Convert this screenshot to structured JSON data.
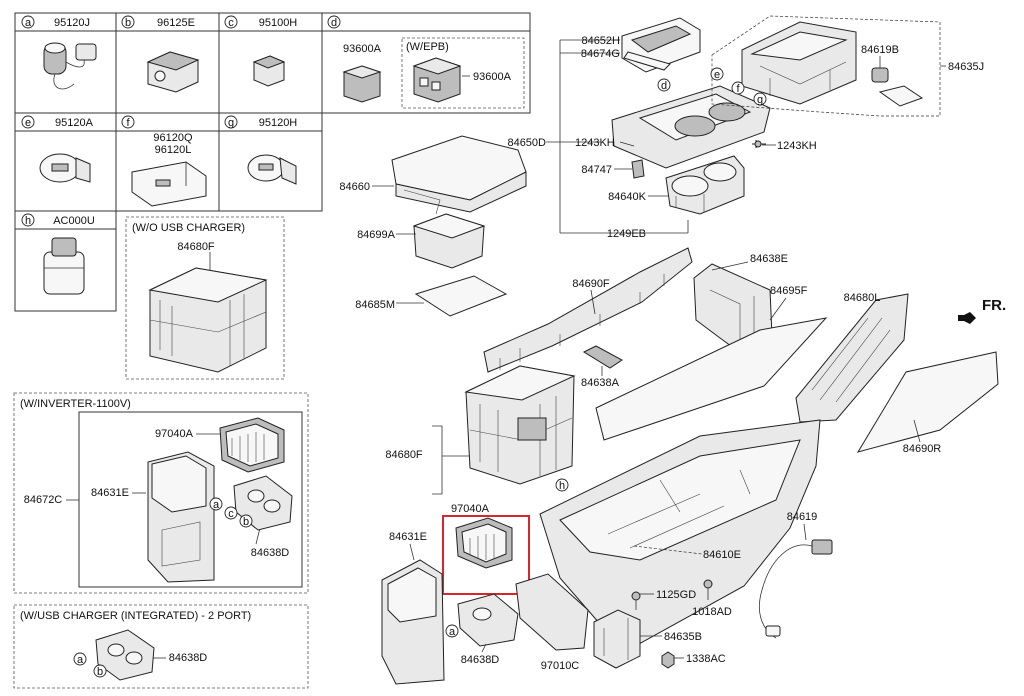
{
  "inset_grid": {
    "cells": [
      {
        "letter": "a",
        "part": "95120J"
      },
      {
        "letter": "b",
        "part": "96125E"
      },
      {
        "letter": "c",
        "part": "95100H"
      },
      {
        "letter": "d",
        "part": ""
      },
      {
        "letter": "e",
        "part": "95120A"
      },
      {
        "letter": "f",
        "part": "96120Q\n96120L"
      },
      {
        "letter": "g",
        "part": "95120H"
      },
      {
        "letter": "h",
        "part": "AC000U"
      }
    ],
    "d_parts": {
      "left": "93600A",
      "epb_title": "(W/EPB)",
      "epb_part": "93600A"
    },
    "f_lines": [
      "96120Q",
      "96120L"
    ]
  },
  "wo_usb": {
    "title": "(W/O USB CHARGER)",
    "part": "84680F"
  },
  "inverter": {
    "title": "(W/INVERTER-1100V)",
    "parts": {
      "vent": "97040A",
      "outer": "84672C",
      "panel": "84631E",
      "cover": "84638D"
    },
    "circles": [
      "a",
      "c",
      "b"
    ]
  },
  "usb_integrated": {
    "title": "(W/USB CHARGER (INTEGRATED) - 2 PORT)",
    "part": "84638D",
    "circles": [
      "a",
      "b"
    ]
  },
  "main": {
    "labels": {
      "p84652H": "84652H",
      "p84674G": "84674G",
      "p84635J": "84635J",
      "p84619B": "84619B",
      "p84650D": "84650D",
      "p1243KH_a": "1243KH",
      "p1243KH_b": "1243KH",
      "p84747": "84747",
      "p84640K": "84640K",
      "p1249EB": "1249EB",
      "p84660": "84660",
      "p84699A": "84699A",
      "p84685M": "84685M",
      "p84690F": "84690F",
      "p84638E": "84638E",
      "p84695F": "84695F",
      "p84680L": "84680L",
      "p84638A": "84638A",
      "p84680F": "84680F",
      "p84690R": "84690R",
      "p97040A": "97040A",
      "p84631E": "84631E",
      "p84610E": "84610E",
      "p84619": "84619",
      "p1125GD": "1125GD",
      "p1018AD": "1018AD",
      "p84635B": "84635B",
      "p1338AC": "1338AC",
      "p84638D": "84638D",
      "p97010C": "97010C"
    },
    "front": "FR.",
    "callouts": {
      "d": "d",
      "e": "e",
      "f": "f",
      "g": "g",
      "h": "h",
      "a": "a"
    }
  },
  "highlight_color": "#d8262c"
}
